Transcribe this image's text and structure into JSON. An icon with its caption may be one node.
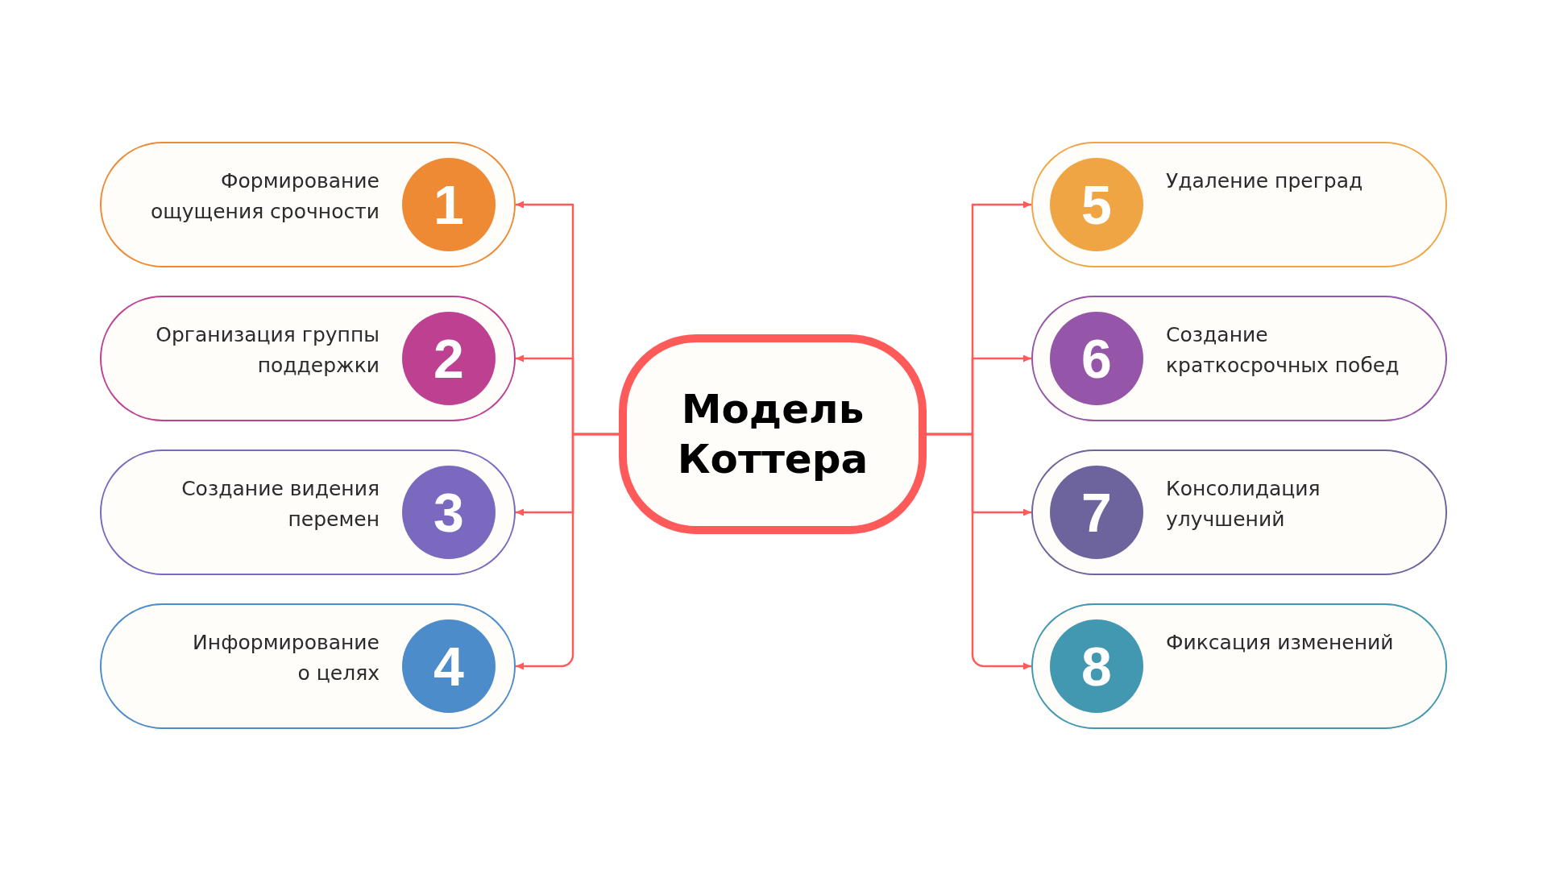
{
  "diagram": {
    "nodes": [
      {
        "text": [
          "Модель Коттера"
        ]
      },
      {
        "text": [
          "Формирование ощущения срочности"
        ]
      },
      {
        "text": [
          "1"
        ],
        "in": 1
      },
      {
        "text": [
          "Организация группы поддержки"
        ]
      },
      {
        "text": [
          "2"
        ],
        "in": 3
      },
      {
        "text": [
          "Создание видения перемен"
        ]
      },
      {
        "text": [
          "3"
        ],
        "in": 5
      },
      {
        "text": [
          "Информирование о целях"
        ]
      },
      {
        "text": [
          "4"
        ],
        "in": 7
      },
      {
        "text": [
          "Удаление преград"
        ]
      },
      {
        "text": [
          "5"
        ],
        "in": 9
      },
      {
        "text": [
          "Создание краткосрочных побед"
        ]
      },
      {
        "text": [
          "6"
        ],
        "in": 11
      },
      {
        "text": [
          "Консолидация улучшений"
        ]
      },
      {
        "text": [
          "7"
        ],
        "in": 13
      },
      {
        "text": [
          "Фиксация изменений"
        ]
      },
      {
        "text": [
          "8"
        ],
        "in": 15
      }
    ],
    "edges": [
      {
        "from": 0,
        "to": 1,
        "arrow": "to"
      },
      {
        "from": 0,
        "to": 3,
        "arrow": "to"
      },
      {
        "from": 0,
        "to": 5,
        "arrow": "to"
      },
      {
        "from": 0,
        "to": 7,
        "arrow": "to"
      },
      {
        "from": 0,
        "to": 9,
        "arrow": "to"
      },
      {
        "from": 0,
        "to": 11,
        "arrow": "to"
      },
      {
        "from": 0,
        "to": 13,
        "arrow": "to"
      },
      {
        "from": 0,
        "to": 15,
        "arrow": "to"
      }
    ]
  }
}
